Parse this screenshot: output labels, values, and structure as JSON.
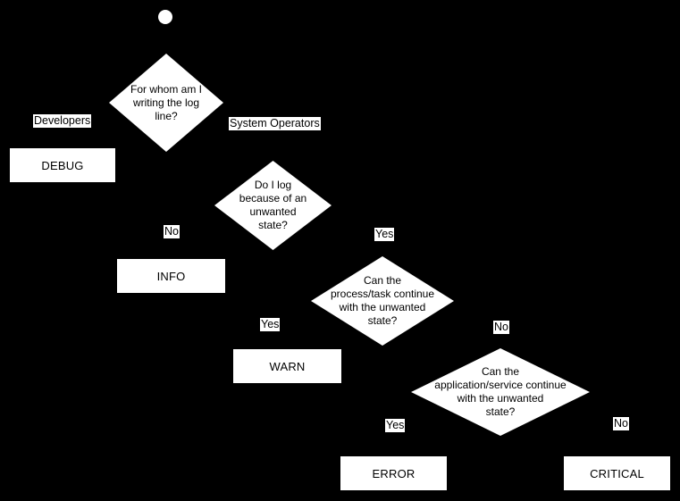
{
  "colors": {
    "background": "#000000",
    "node_fill": "#ffffff",
    "node_text": "#000000"
  },
  "nodes": {
    "start": {
      "type": "start-circle"
    },
    "decisions": [
      {
        "question": "For whom am I\nwriting the log\nline?"
      },
      {
        "question": "Do I log\nbecause of an\nunwanted\nstate?"
      },
      {
        "question": "Can the\nprocess/task continue\nwith the unwanted\nstate?"
      },
      {
        "question": "Can the\napplication/service continue\nwith the unwanted\nstate?"
      }
    ],
    "outcomes": [
      {
        "label": "DEBUG"
      },
      {
        "label": "INFO"
      },
      {
        "label": "WARN"
      },
      {
        "label": "ERROR"
      },
      {
        "label": "CRITICAL"
      }
    ]
  },
  "edge_labels": [
    {
      "label": "Developers"
    },
    {
      "label": "System Operators"
    },
    {
      "label": "No"
    },
    {
      "label": "Yes"
    },
    {
      "label": "Yes"
    },
    {
      "label": "No"
    },
    {
      "label": "Yes"
    },
    {
      "label": "No"
    }
  ]
}
